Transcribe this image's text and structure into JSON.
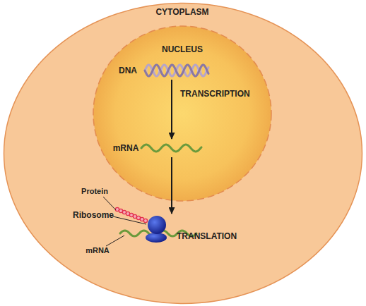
{
  "diagram": {
    "nodes": [
      {
        "text": [
          "CYTOPLASM"
        ]
      },
      {
        "text": [
          "NUCLEUS"
        ],
        "in": 0
      },
      {
        "text": [
          "DNA"
        ],
        "in": 1
      },
      {
        "text": [
          "mRNA"
        ],
        "in": 1
      },
      {
        "text": [
          "Ribosome"
        ],
        "in": 0
      }
    ],
    "edges": [
      {
        "from": 2,
        "to": 3,
        "arrow": "to",
        "label": "TRANSCRIPTION"
      },
      {
        "from": 3,
        "to": 4,
        "arrow": "to",
        "label": "TRANSLATION"
      }
    ],
    "labels": [
      "Protein",
      "mRNA"
    ]
  }
}
